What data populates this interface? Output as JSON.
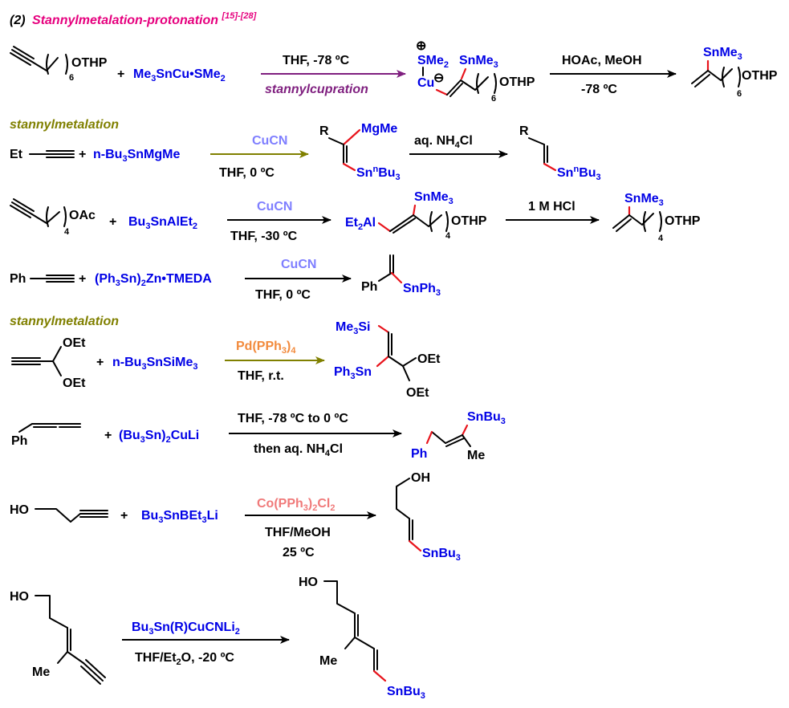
{
  "section": {
    "number": "(2)",
    "title": "Stannylmetalation-protonation",
    "refs": "[15]-[28]"
  },
  "colors": {
    "title": "#e6007e",
    "reagent": "#0000e6",
    "catalyst_cu": "#7f7fff",
    "pd": "#f28a3c",
    "co": "#f07a7a",
    "olive": "#808000",
    "purple": "#7f1f7f",
    "bond_highlight": "#e8141c"
  },
  "labels": {
    "stannylmetalation_1": "stannylmetalation",
    "stannylmetalation_2": "stannylmetalation"
  },
  "r1": {
    "sub_OTHP": "OTHP",
    "sub_n": "6",
    "plus": "+",
    "reagent": "Me3SnCu•SMe2",
    "arrow1_top": "THF, -78 ºC",
    "arrow1_bottom": "stannylcupration",
    "int_SMe2": "SMe2",
    "int_SnMe3": "SnMe3",
    "int_Cu": "Cu",
    "int_plus": "⊕",
    "int_minus": "⊖",
    "int_n": "6",
    "int_OTHP": "OTHP",
    "arrow2_top": "HOAc, MeOH",
    "arrow2_bottom": "-78 ºC",
    "prod_SnMe3": "SnMe3",
    "prod_n": "6",
    "prod_OTHP": "OTHP"
  },
  "r2": {
    "sub_Et": "Et",
    "plus": "+",
    "reagent": "n-Bu3SnMgMe",
    "arrow1_top": "CuCN",
    "arrow1_bottom": "THF,  0 ºC",
    "int_R": "R",
    "int_MgMe": "MgMe",
    "int_Sn": "SnnBu3",
    "arrow2_top": "aq. NH4Cl",
    "prod_R": "R",
    "prod_Sn": "SnnBu3"
  },
  "r3": {
    "sub_OAc": "OAc",
    "sub_n": "4",
    "plus": "+",
    "reagent": "Bu3SnAlEt2",
    "arrow1_top": "CuCN",
    "arrow1_bottom": "THF, -30 ºC",
    "int_Et2Al": "Et2Al",
    "int_SnMe3": "SnMe3",
    "int_n": "4",
    "int_OTHP": "OTHP",
    "arrow2_top": "1 M HCl",
    "prod_SnMe3": "SnMe3",
    "prod_n": "4",
    "prod_OTHP": "OTHP"
  },
  "r4": {
    "sub_Ph": "Ph",
    "plus": "+",
    "reagent": "(Ph3Sn)2Zn•TMEDA",
    "arrow1_top": "CuCN",
    "arrow1_bottom": "THF,  0 ºC",
    "prod_Ph": "Ph",
    "prod_Sn": "SnPh3"
  },
  "r5": {
    "sub_OEt1": "OEt",
    "sub_OEt2": "OEt",
    "plus": "+",
    "reagent": "n-Bu3SnSiMe3",
    "arrow1_top": "Pd(PPh3)4",
    "arrow1_bottom": "THF, r.t.",
    "prod_Me3Si": "Me3Si",
    "prod_Ph3Sn": "Ph3Sn",
    "prod_OEt1": "OEt",
    "prod_OEt2": "OEt"
  },
  "r6": {
    "sub_Ph": "Ph",
    "plus": "+",
    "reagent": "(Bu3Sn)2CuLi",
    "arrow1_top": "THF, -78 ºC to 0 ºC",
    "arrow1_bottom": "then aq. NH4Cl",
    "prod_SnBu3": "SnBu3",
    "prod_Ph": "Ph",
    "prod_Me": "Me"
  },
  "r7": {
    "sub_HO": "HO",
    "plus": "+",
    "reagent": "Bu3SnBEt3Li",
    "arrow1_top": "Co(PPh3)2Cl2",
    "arrow1_mid": "THF/MeOH",
    "arrow1_bottom": "25 ºC",
    "prod_OH": "OH",
    "prod_Sn": "SnBu3"
  },
  "r8": {
    "sub_HO": "HO",
    "sub_Me": "Me",
    "arrow1_top": "Bu3Sn(R)CuCNLi2",
    "arrow1_bottom": "THF/Et2O, -20 ºC",
    "prod_HO": "HO",
    "prod_Me": "Me",
    "prod_Sn": "SnBu3"
  }
}
